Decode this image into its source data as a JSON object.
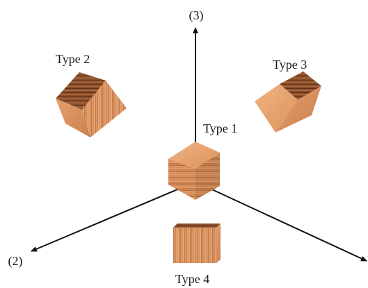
{
  "axes": {
    "vertical_label": "(3)",
    "left_label": "(2)",
    "right_label": ""
  },
  "cubes": [
    {
      "label": "Type 1",
      "orientation": "axis-aligned, growth rings horizontal"
    },
    {
      "label": "Type 2",
      "orientation": "tilted toward left, end grain on top"
    },
    {
      "label": "Type 3",
      "orientation": "tilted toward right, end grain on top"
    },
    {
      "label": "Type 4",
      "orientation": "front-facing, vertical grain"
    }
  ],
  "colors": {
    "wood_light": "#E6A06E",
    "wood_mid": "#D98A56",
    "wood_dark": "#7A4422",
    "axis": "#111111"
  }
}
